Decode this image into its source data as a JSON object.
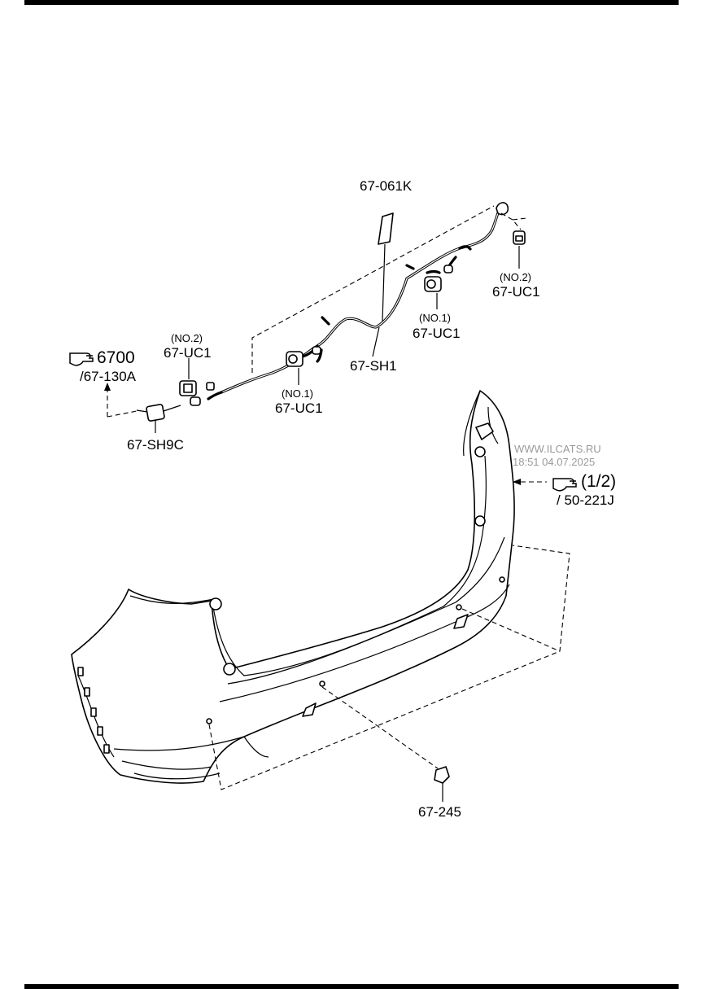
{
  "labels": {
    "label_061k": "67-061K",
    "label_sh1": "67-SH1",
    "label_no2_right": "(NO.2)",
    "label_uc1_right": "67-UC1",
    "label_no1_center": "(NO.1)",
    "label_uc1_center": "67-UC1",
    "label_no2_left": "(NO.2)",
    "label_uc1_left": "67-UC1",
    "label_no1_left": "(NO.1)",
    "label_uc1_left2": "67-UC1",
    "label_sh9c": "67-SH9C",
    "label_245": "67-245"
  },
  "refs": {
    "ref1_main": "6700",
    "ref1_sub": "/67-130A",
    "ref2_main": "(1/2)",
    "ref2_sub": "/ 50-221J"
  },
  "watermark": {
    "site": "WWW.ILCATS.RU",
    "stamp": "18:51 04.07.2025"
  },
  "icons": [
    "pointing-hand-icon"
  ]
}
